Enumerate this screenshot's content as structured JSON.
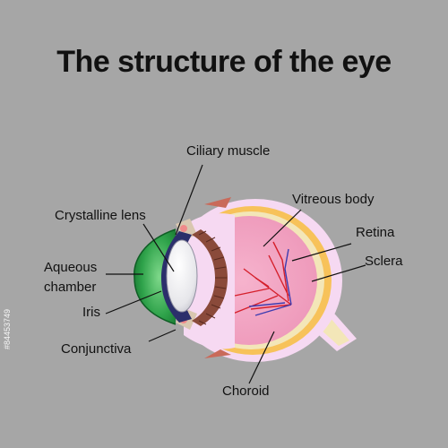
{
  "title": "The structure of the eye",
  "labels": {
    "ciliary_muscle": "Ciliary muscle",
    "vitreous_body": "Vitreous body",
    "crystalline_lens": "Crystalline lens",
    "retina": "Retina",
    "aqueous_chamber_1": "Aqueous",
    "aqueous_chamber_2": "chamber",
    "sclera": "Sclera",
    "iris": "Iris",
    "conjunctiva": "Conjunctiva",
    "choroid": "Choroid"
  },
  "stock_id": "#84453749",
  "colors": {
    "background": "#a6a6a6",
    "sclera": "#f6d9f2",
    "choroid": "#f7c25a",
    "retina": "#f3e6b8",
    "vitreous": "#f2a5c3",
    "cornea": "#2ea24a",
    "iris": "#2b2f6b",
    "ciliary": "#8a4a3a",
    "vessel_red": "#d5202c",
    "vessel_blue": "#3c3cb0"
  }
}
